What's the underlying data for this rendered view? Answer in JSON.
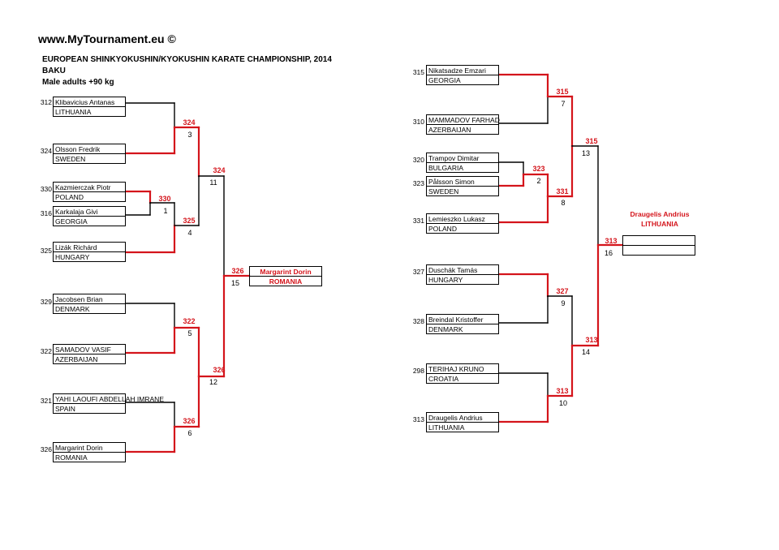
{
  "site": "www.MyTournament.eu ©",
  "header": {
    "title": "EUROPEAN SHINKYOKUSHIN/KYOKUSHIN KARATE CHAMPIONSHIP, 2014",
    "city": "BAKU",
    "category": "Male adults +90 kg"
  },
  "competitors": [
    {
      "seed": "312",
      "name": "Klibavicius Antanas",
      "country": "LITHUANIA"
    },
    {
      "seed": "324",
      "name": "Olsson Fredrik",
      "country": "SWEDEN"
    },
    {
      "seed": "330",
      "name": "Kazmierczak Piotr",
      "country": "POLAND"
    },
    {
      "seed": "316",
      "name": "Karkalaja Givi",
      "country": "GEORGIA"
    },
    {
      "seed": "325",
      "name": "Lizák Richárd",
      "country": "HUNGARY"
    },
    {
      "seed": "329",
      "name": "Jacobsen Brian",
      "country": "DENMARK"
    },
    {
      "seed": "322",
      "name": "SAMADOV VASIF",
      "country": "AZERBAIJAN"
    },
    {
      "seed": "321",
      "name": "YAHI LAOUFI ABDELLAH IMRANE",
      "country": "SPAIN"
    },
    {
      "seed": "326",
      "name": "Margarint Dorin",
      "country": "ROMANIA"
    },
    {
      "seed": "315",
      "name": "Nikatsadze Emzari",
      "country": "GEORGIA"
    },
    {
      "seed": "310",
      "name": "MAMMADOV FARHAD",
      "country": "AZERBAIJAN"
    },
    {
      "seed": "320",
      "name": "Trampov Dimitar",
      "country": "BULGARIA"
    },
    {
      "seed": "323",
      "name": "Pålsson Simon",
      "country": "SWEDEN"
    },
    {
      "seed": "331",
      "name": "Lemieszko Lukasz",
      "country": "POLAND"
    },
    {
      "seed": "327",
      "name": "Duschák Tamás",
      "country": "HUNGARY"
    },
    {
      "seed": "328",
      "name": "Breindal Kristoffer",
      "country": "DENMARK"
    },
    {
      "seed": "298",
      "name": "TERIHAJ KRUNO",
      "country": "CROATIA"
    },
    {
      "seed": "313",
      "name": "Draugelis Andrius",
      "country": "LITHUANIA"
    }
  ],
  "matches": [
    {
      "num": "1",
      "winner": "330"
    },
    {
      "num": "3",
      "winner": "324"
    },
    {
      "num": "4",
      "winner": "325"
    },
    {
      "num": "5",
      "winner": "322"
    },
    {
      "num": "6",
      "winner": "326"
    },
    {
      "num": "11",
      "winner": "324"
    },
    {
      "num": "12",
      "winner": "326"
    },
    {
      "num": "15",
      "winner": "326"
    },
    {
      "num": "2",
      "winner": "323"
    },
    {
      "num": "7",
      "winner": "315"
    },
    {
      "num": "8",
      "winner": "331"
    },
    {
      "num": "9",
      "winner": "327"
    },
    {
      "num": "10",
      "winner": "313"
    },
    {
      "num": "13",
      "winner": "315"
    },
    {
      "num": "14",
      "winner": "313"
    },
    {
      "num": "16",
      "winner": "313"
    }
  ],
  "left_final": {
    "name": "Margarint Dorin",
    "country": "ROMANIA"
  },
  "right_final": {
    "name": "Draugelis Andrius",
    "country": "LITHUANIA"
  },
  "colors": {
    "winner": "#d4141b",
    "line": "#000000"
  }
}
